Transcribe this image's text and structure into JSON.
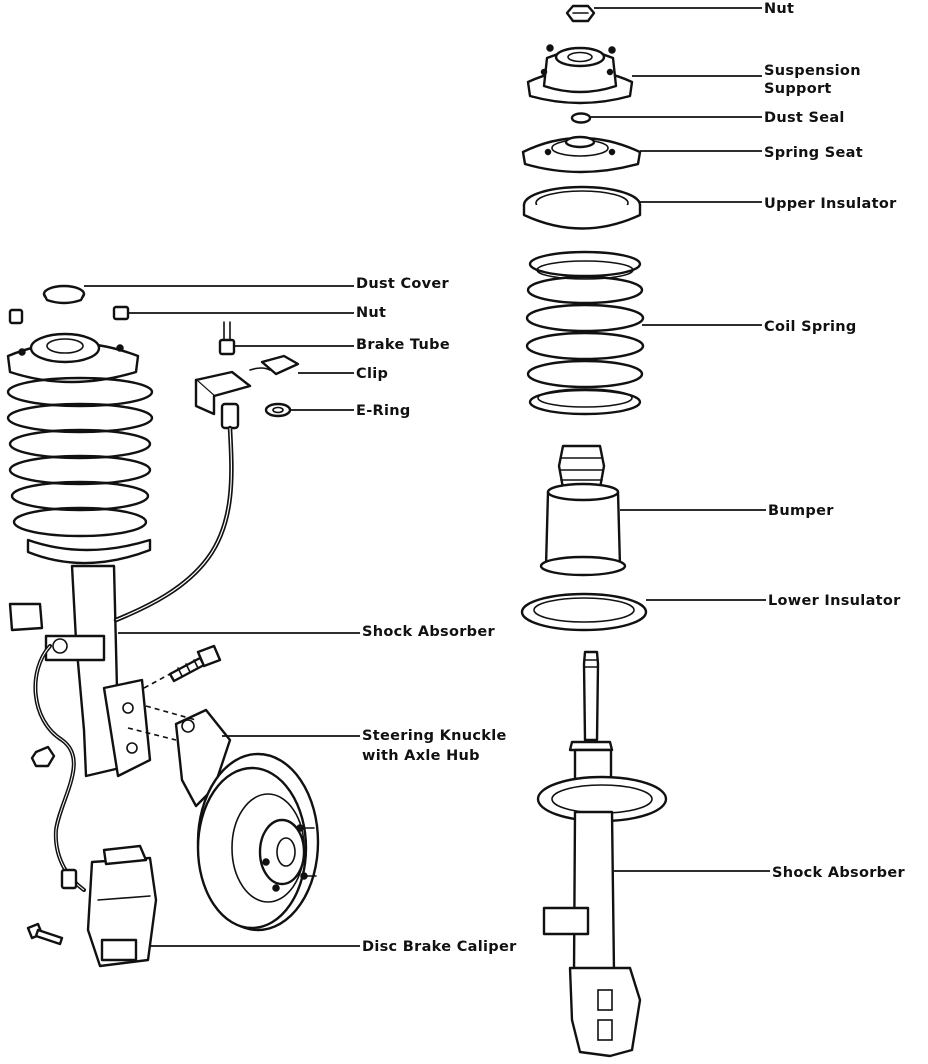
{
  "diagram": {
    "left_assembly_labels": {
      "dust_cover": "Dust  Cover",
      "nut": "Nut",
      "brake_tube": "Brake  Tube",
      "clip": "Clip",
      "e_ring": "E-Ring",
      "shock_absorber": "Shock Absorber",
      "steering_knuckle_line1": "Steering Knuckle",
      "steering_knuckle_line2": "with Axle Hub",
      "disc_brake_caliper": "Disc Brake Caliper"
    },
    "exploded_view_labels": {
      "nut": "Nut",
      "suspension_support_line1": "Suspension",
      "suspension_support_line2": "Support",
      "dust_seal": "Dust Seal",
      "spring_seat": "Spring Seat",
      "upper_insulator": "Upper Insulator",
      "coil_spring": "Coil Spring",
      "bumper": "Bumper",
      "lower_insulator": "Lower Insulator",
      "shock_absorber": "Shock Absorber"
    }
  }
}
